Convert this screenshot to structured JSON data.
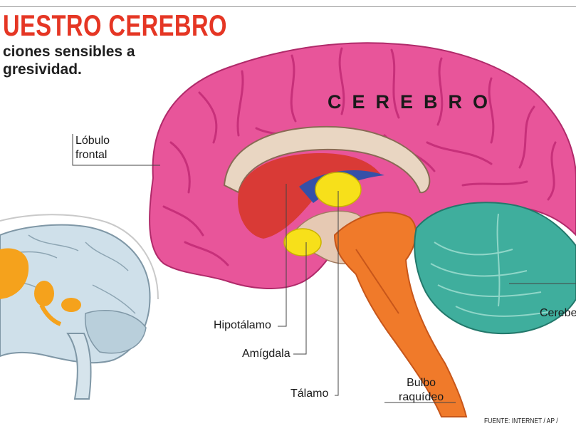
{
  "header": {
    "title": "UESTRO CEREBRO",
    "subtitle_line1": "ciones sensibles a",
    "subtitle_line2": "gresividad."
  },
  "diagram": {
    "brain_label": "CEREBRO",
    "labels": {
      "frontal_line1": "Lóbulo",
      "frontal_line2": "frontal",
      "hypothalamus": "Hipotálamo",
      "amygdala": "Amígdala",
      "thalamus": "Tálamo",
      "medulla_line1": "Bulbo",
      "medulla_line2": "raquídeo",
      "cerebellum": "Cerebe"
    },
    "colors": {
      "title": "#e53624",
      "cerebrum": "#e8559a",
      "cerebrum_dark": "#c7307a",
      "brainstem": "#f07a2a",
      "cerebellum": "#3fae9d",
      "highlight": "#f7e01a",
      "inset_highlight": "#f5a21c"
    }
  },
  "footer": {
    "source": "FUENTE: INTERNET / AP /"
  }
}
